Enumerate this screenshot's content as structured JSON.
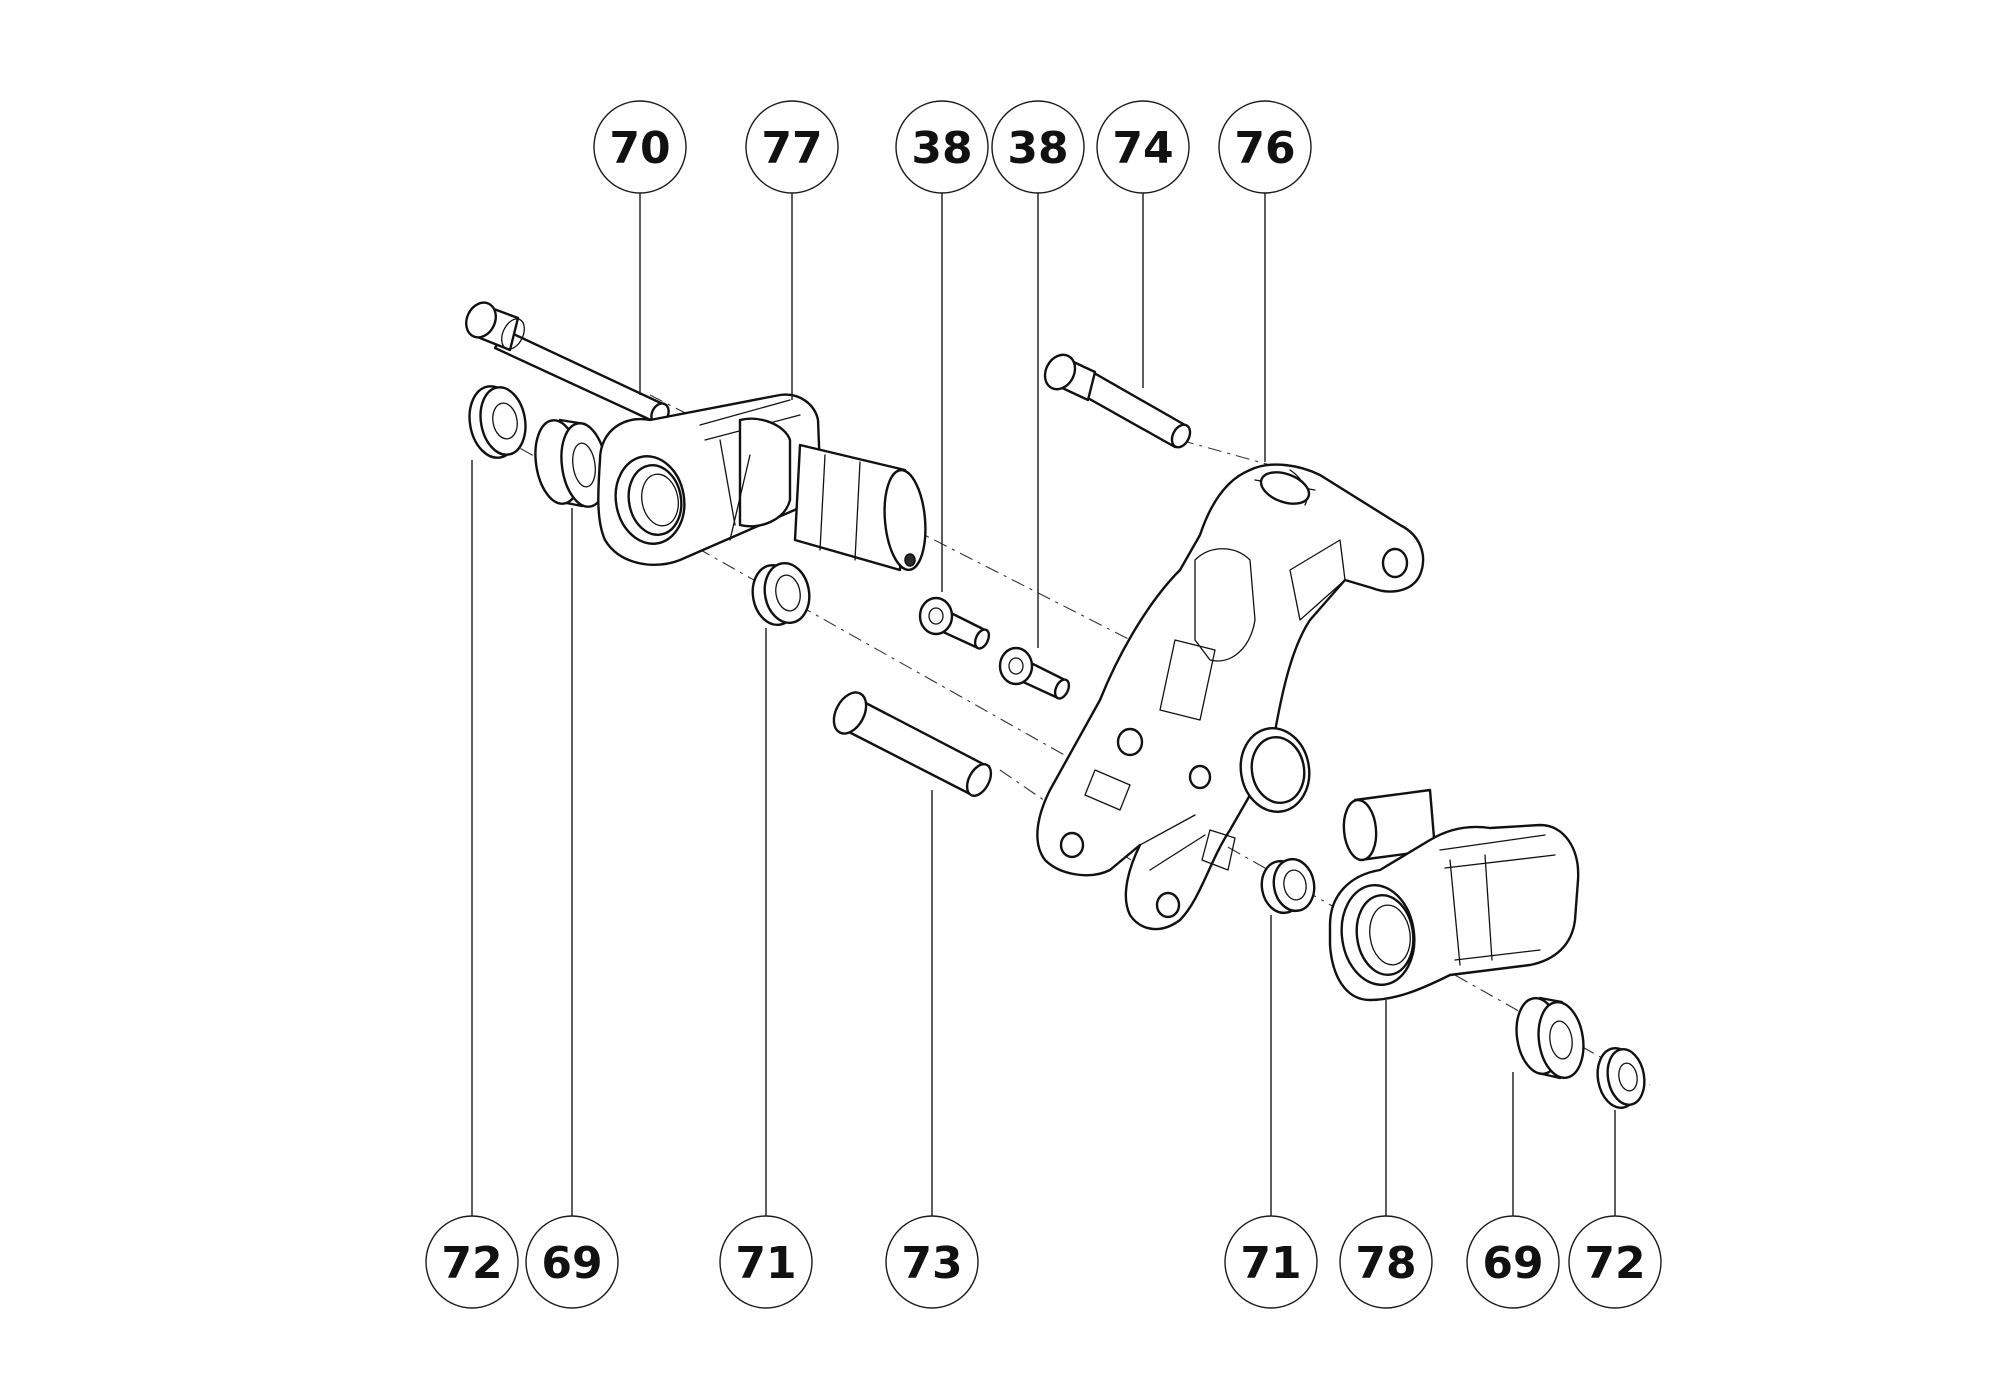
{
  "callouts": {
    "c70": "70",
    "c77": "77",
    "c38a": "38",
    "c38b": "38",
    "c74": "74",
    "c76": "76",
    "c72a": "72",
    "c69a": "69",
    "c71a": "71",
    "c73": "73",
    "c71b": "71",
    "c78": "78",
    "c69b": "69",
    "c72b": "72"
  },
  "colors": {
    "line": "#111111",
    "background": "#ffffff"
  }
}
